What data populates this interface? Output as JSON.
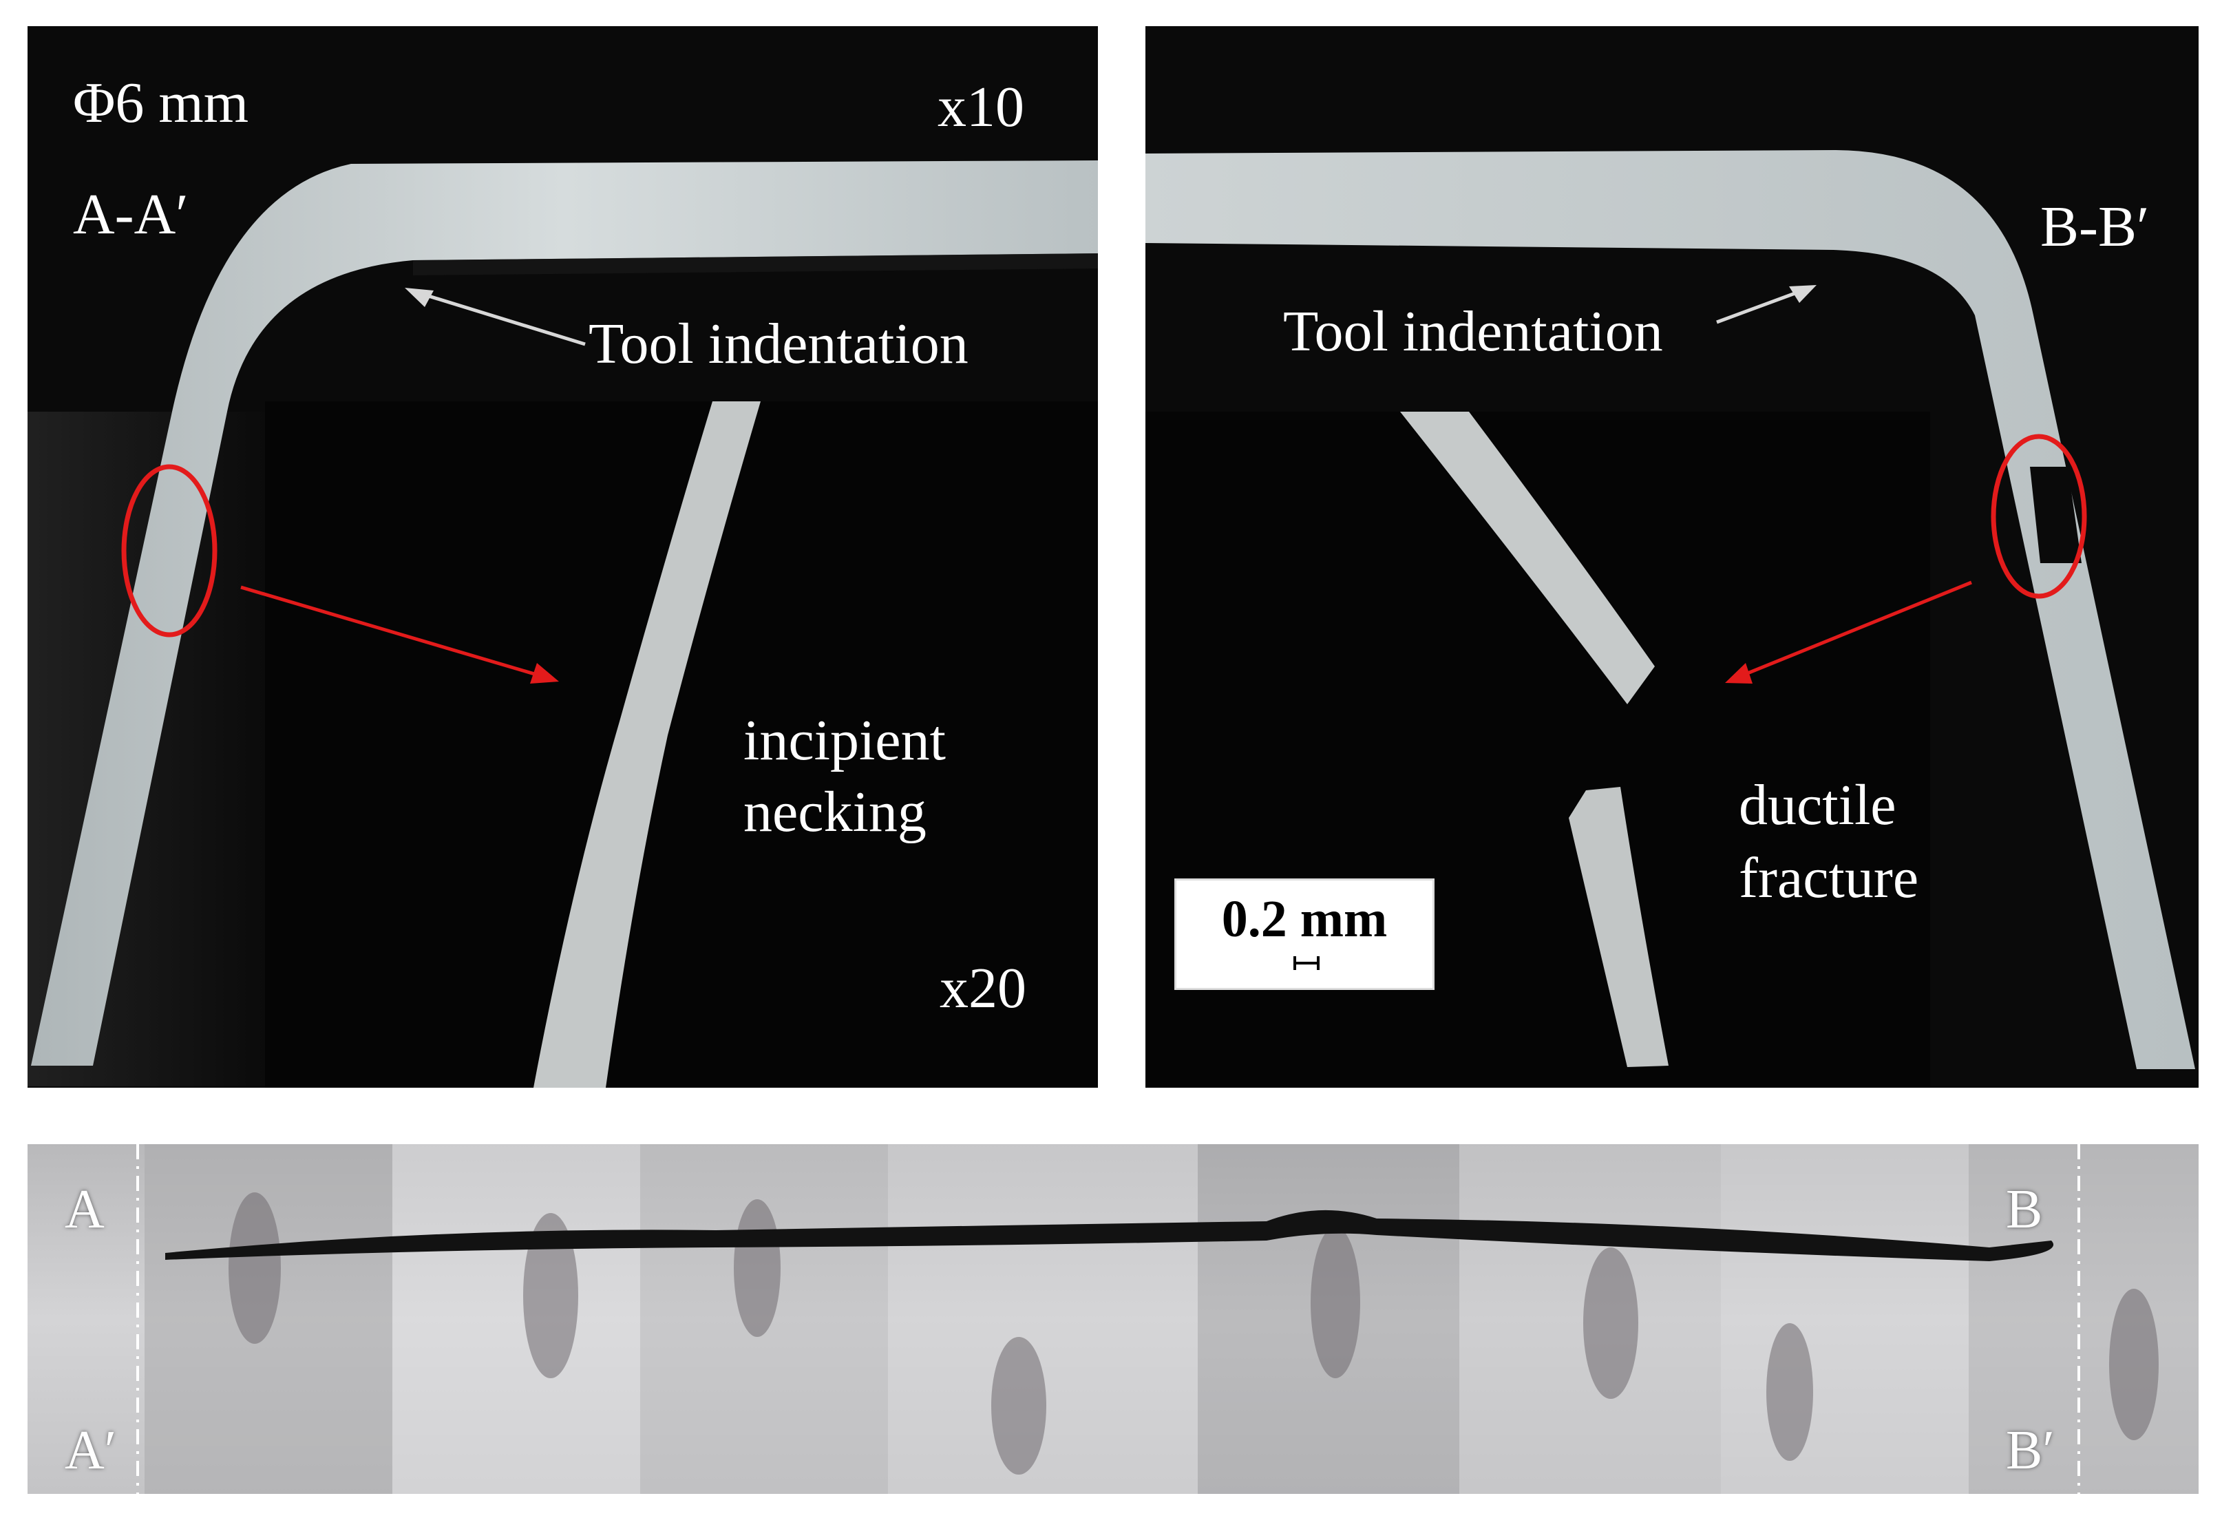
{
  "left_panel": {
    "diameter_label": "Φ6 mm",
    "section_label": "A-A′",
    "mag_top": "x10",
    "mag_bottom": "x20",
    "tool_label": "Tool indentation",
    "inset_label_line1": "incipient",
    "inset_label_line2": "necking"
  },
  "right_panel": {
    "section_label": "B-B′",
    "tool_label": "Tool indentation",
    "inset_label_line1": "ductile",
    "inset_label_line2": "fracture",
    "scale_bar": "0.2 mm"
  },
  "strip": {
    "label_a": "A",
    "label_a_prime": "A′",
    "label_b": "B",
    "label_b_prime": "B′"
  },
  "colors": {
    "highlight": "#e31b1b",
    "metal": "#c9d0d2",
    "background": "#0a0a0a"
  }
}
